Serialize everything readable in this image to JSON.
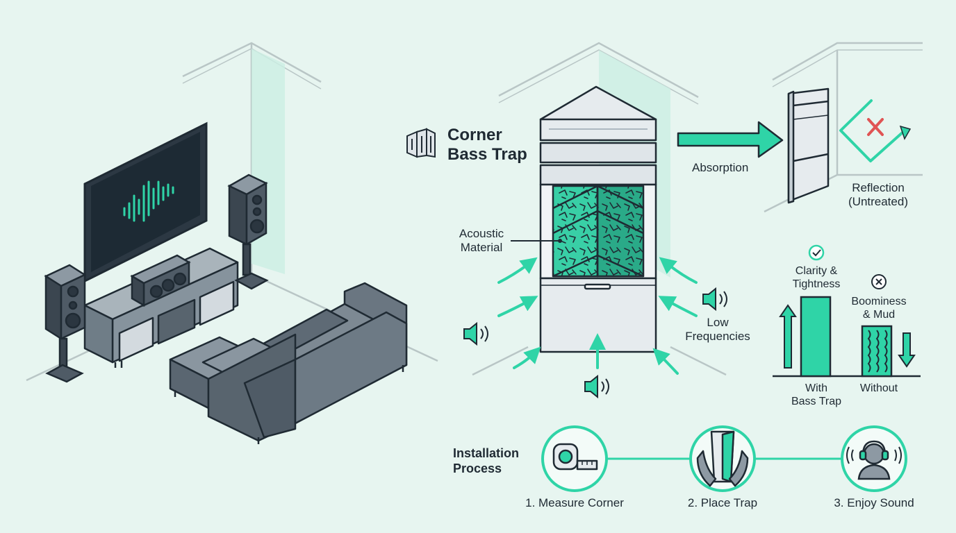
{
  "title": {
    "line1": "Corner",
    "line2": "Bass Trap"
  },
  "labels": {
    "absorption": "Absorption",
    "reflection": {
      "line1": "Reflection",
      "line2": "(Untreated)"
    },
    "acoustic_material": {
      "line1": "Acoustic",
      "line2": "Material"
    },
    "low_frequencies": {
      "line1": "Low",
      "line2": "Frequencies"
    }
  },
  "comparison": {
    "with_trap": {
      "annotation_line1": "Clarity &",
      "annotation_line2": "Tightness",
      "label_line1": "With",
      "label_line2": "Bass Trap",
      "level": 0.95
    },
    "without_trap": {
      "annotation_line1": "Boominess",
      "annotation_line2": "& Mud",
      "label": "Without",
      "level": 0.6
    }
  },
  "installation": {
    "heading_line1": "Installation",
    "heading_line2": "Process",
    "steps": [
      {
        "label": "1. Measure Corner",
        "icon": "tape-measure-icon"
      },
      {
        "label": "2. Place Trap",
        "icon": "hands-holding-trap-icon"
      },
      {
        "label": "3. Enjoy Sound",
        "icon": "listener-headphones-icon"
      }
    ]
  },
  "colors": {
    "accent": "#2fd4a7",
    "ink": "#1f2a33",
    "background": "#e7f5f0",
    "furniture": "#4f5b66",
    "panel": "#e6ebee",
    "error": "#e05454"
  }
}
